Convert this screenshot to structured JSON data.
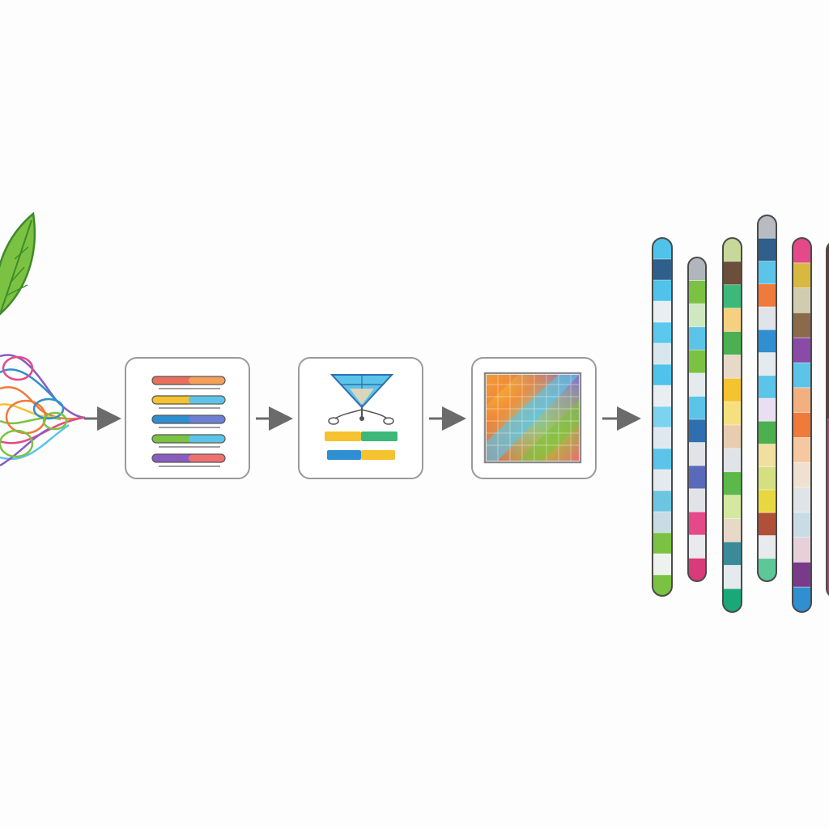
{
  "colors": {
    "background": "#fdfdfd",
    "box_border": "#9a9a9a",
    "arrow": "#6b6b6b",
    "leaf_fill": "#7cc242",
    "leaf_stroke": "#3f8a2a"
  },
  "diagram": {
    "type": "pipeline",
    "stages": [
      {
        "id": "source",
        "icon": "leaf-dna-icon"
      },
      {
        "id": "reads",
        "icon": "sequence-reads-icon"
      },
      {
        "id": "filter",
        "icon": "filter-funnel-icon"
      },
      {
        "id": "map",
        "icon": "color-heatmap-icon"
      },
      {
        "id": "output",
        "icon": "chromosome-bars-icon"
      }
    ]
  },
  "read_bars": [
    [
      "#e8705d",
      "#f2a05a"
    ],
    [
      "#f5c230",
      "#5bc4e8"
    ],
    [
      "#2f8fd0",
      "#6c7fd0"
    ],
    [
      "#7cc242",
      "#5bc4e8"
    ],
    [
      "#8a5cc0",
      "#f07070"
    ]
  ],
  "filter_bars": [
    [
      "#f5c230",
      "#3cb878"
    ],
    [
      "#2f8fd0",
      "#f5c230"
    ]
  ],
  "chromosomes": [
    {
      "bands": [
        "#4fc3ea",
        "#2f5f8a",
        "#4fc3ea",
        "#e8eef2",
        "#5bc9ee",
        "#d8e6ee",
        "#4fc3ea",
        "#e8eef2",
        "#7cd3f0",
        "#dfe8ee",
        "#5bc4e8",
        "#e4eaee",
        "#6cc6e0",
        "#c8dce6",
        "#7cc242",
        "#eef2ee",
        "#7cc242"
      ]
    },
    {
      "bands": [
        "#b0b6bc",
        "#7cc242",
        "#d0e8c0",
        "#5bc4e8",
        "#7cc242",
        "#e4eaee",
        "#5bc4e8",
        "#2f6fb0",
        "#e0e4e8",
        "#5a6aba",
        "#e0e4e8",
        "#e44a8a",
        "#e8eaee",
        "#d83a7a"
      ]
    },
    {
      "bands": [
        "#c8d89a",
        "#6b4f3a",
        "#3cb878",
        "#f5d080",
        "#4caf50",
        "#e8d8c8",
        "#f5c230",
        "#f5e080",
        "#e8ccb0",
        "#e0e4e8",
        "#5cb848",
        "#d4e8a0",
        "#e8d8c8",
        "#3a8a9a",
        "#e4eaee",
        "#1aa878"
      ]
    },
    {
      "bands": [
        "#b8bcc0",
        "#2f5f8a",
        "#5bc4e8",
        "#ef7a3a",
        "#e0e4e8",
        "#2f8fd0",
        "#e4eaee",
        "#5bc4e8",
        "#e8e0f0",
        "#4caf50",
        "#f0e0a0",
        "#d4e080",
        "#e8d840",
        "#b05038",
        "#e8eaee",
        "#5cc898"
      ]
    },
    {
      "bands": [
        "#e44a8a",
        "#d8b840",
        "#d0ccb0",
        "#8a6a4a",
        "#8a4aa8",
        "#5bc4e8",
        "#f2b080",
        "#ef7a3a",
        "#f5c8a0",
        "#f0e0d0",
        "#e0e4e8",
        "#c8dce6",
        "#e8d0d8",
        "#7a3a8a",
        "#2f8fd0"
      ]
    },
    {
      "bands": [
        "#6b3a3a",
        "#c83a6a"
      ]
    }
  ]
}
